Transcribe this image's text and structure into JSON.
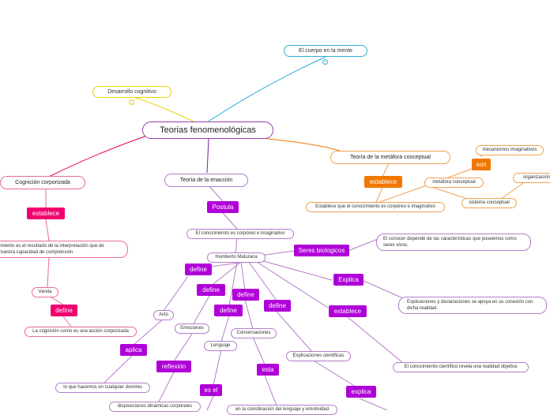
{
  "map": {
    "root": "Teorias fenomenológicas",
    "cuerpo_mente": "El cuerpo en la mente",
    "desarrollo": "Desarrollo cognitivo",
    "metafora": "Teoría de la metáfora  conceptual",
    "cognicion": "Cognición corporizada",
    "enaccion": "Teoría de la enacción",
    "establece_orange": "establece",
    "establece_pink": "establece",
    "postula": "Postula",
    "son": "son",
    "mecanismos": "mecanismos imaginativos",
    "metafora_conceptual": "metáfora conceptual",
    "organizacion": "organización",
    "sistema_conceptual": "sistema conceptual",
    "establece_conocimiento_text": "Establece que el conocimiento es corpóreo e imaginativo",
    "pensamiento_text": "imiento es el resultado de la interpretación que de nuestra capacidad de comprensión",
    "conocimiento_corporeo": "El conocimiento es corpóreo e imaginativo",
    "seres_biologicos": "Seres biologicos",
    "conocer_text": "El conocer depende de las características que poseemos como seres vivos.",
    "humberto": "Humberto Maturana",
    "varela": "Varela",
    "define_pink": "define",
    "cognicion_accion": "La cognición como es una acción corporizada",
    "define1": "define",
    "define2": "define",
    "define3": "define",
    "define4": "define",
    "define5": "define",
    "explica": "Explica",
    "explicaciones_text": "Explicaciones y declaraciones se apoya en su conexión con dicha realidad.",
    "establece_purple": "establece",
    "acto": "Acto",
    "emociones": "Emociones",
    "lenguaje": "Lenguaje",
    "conversaciones": "Conversaciones",
    "explicaciones_cientificas": "Explicaciones científicas",
    "conocimiento_cientifico": "El conocimiento científico revela una realidad objetiva",
    "aplica": "aplica",
    "reflexion": "reflexión",
    "esta": "esta",
    "es_el": "es el",
    "explica2": "explica",
    "hacemos_text": "lo que hacemos en cualquier dominio",
    "disposiciones_text": "disposiciones dinámicas corporales",
    "coordinacion_text": "en la coordinación del lenguaje y emotividad"
  }
}
